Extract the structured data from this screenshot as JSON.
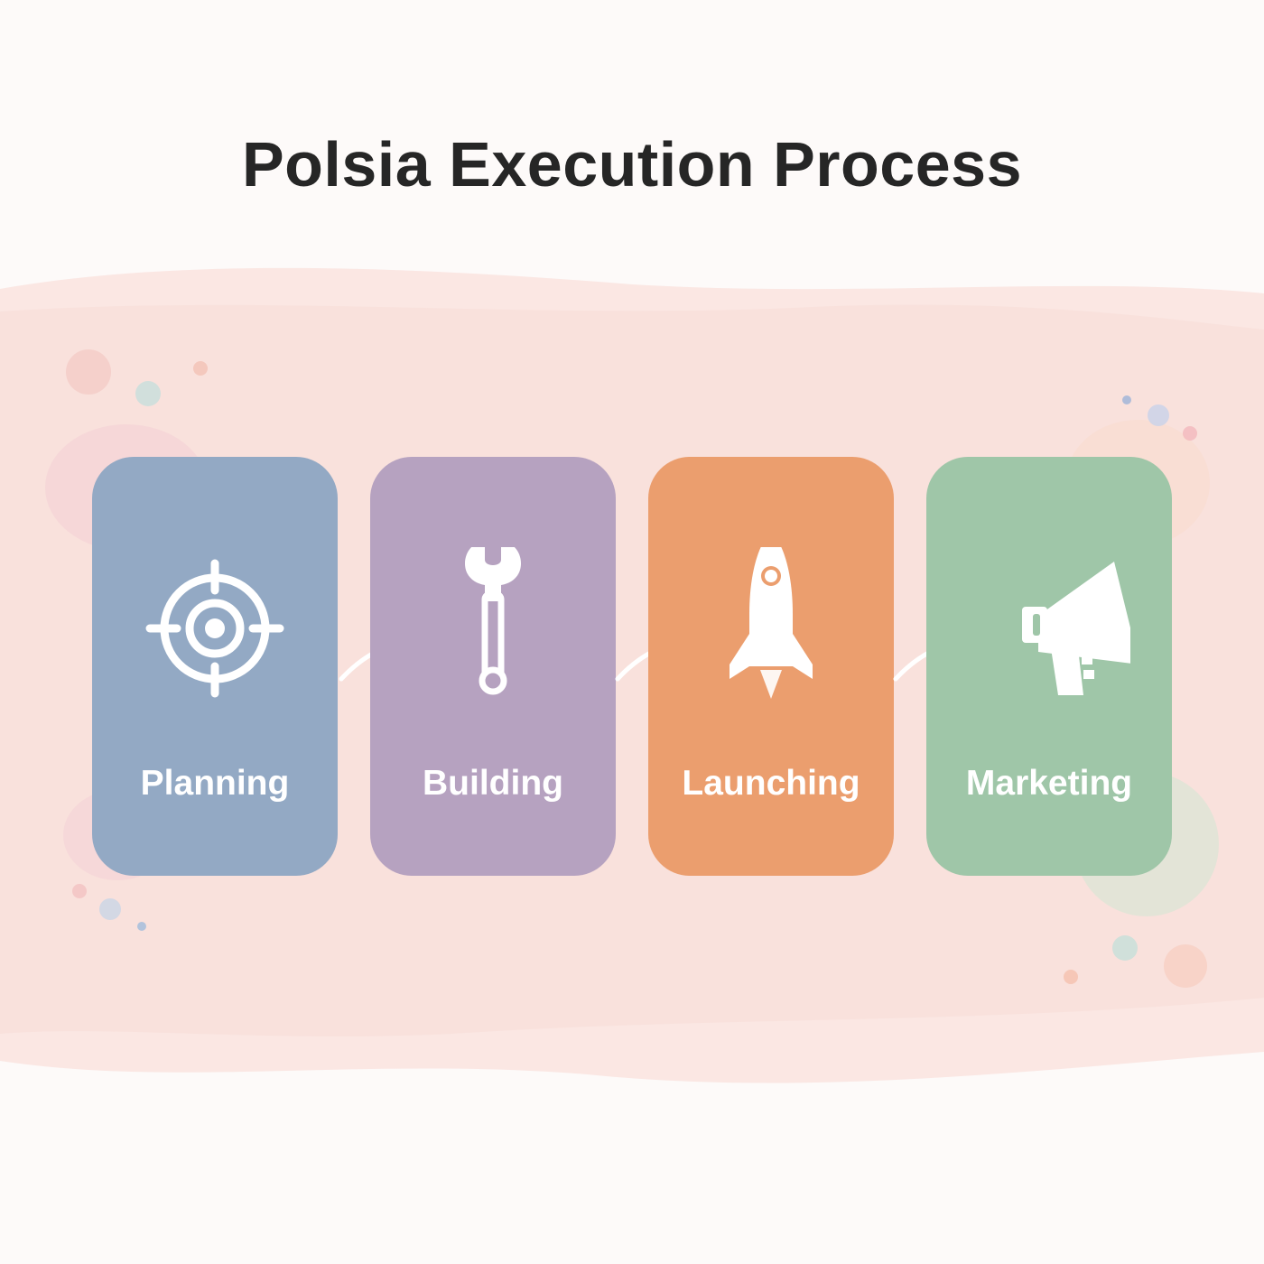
{
  "title": "Polsia Execution Process",
  "steps": [
    {
      "label": "Planning",
      "icon": "target-icon",
      "color": "#93a9c4"
    },
    {
      "label": "Building",
      "icon": "wrench-icon",
      "color": "#b6a2c0"
    },
    {
      "label": "Launching",
      "icon": "rocket-icon",
      "color": "#eb9e6e"
    },
    {
      "label": "Marketing",
      "icon": "megaphone-icon",
      "color": "#9fc6a8"
    }
  ],
  "background": {
    "wash_color": "#f9e1dd",
    "page_color": "#fdfaf9"
  }
}
